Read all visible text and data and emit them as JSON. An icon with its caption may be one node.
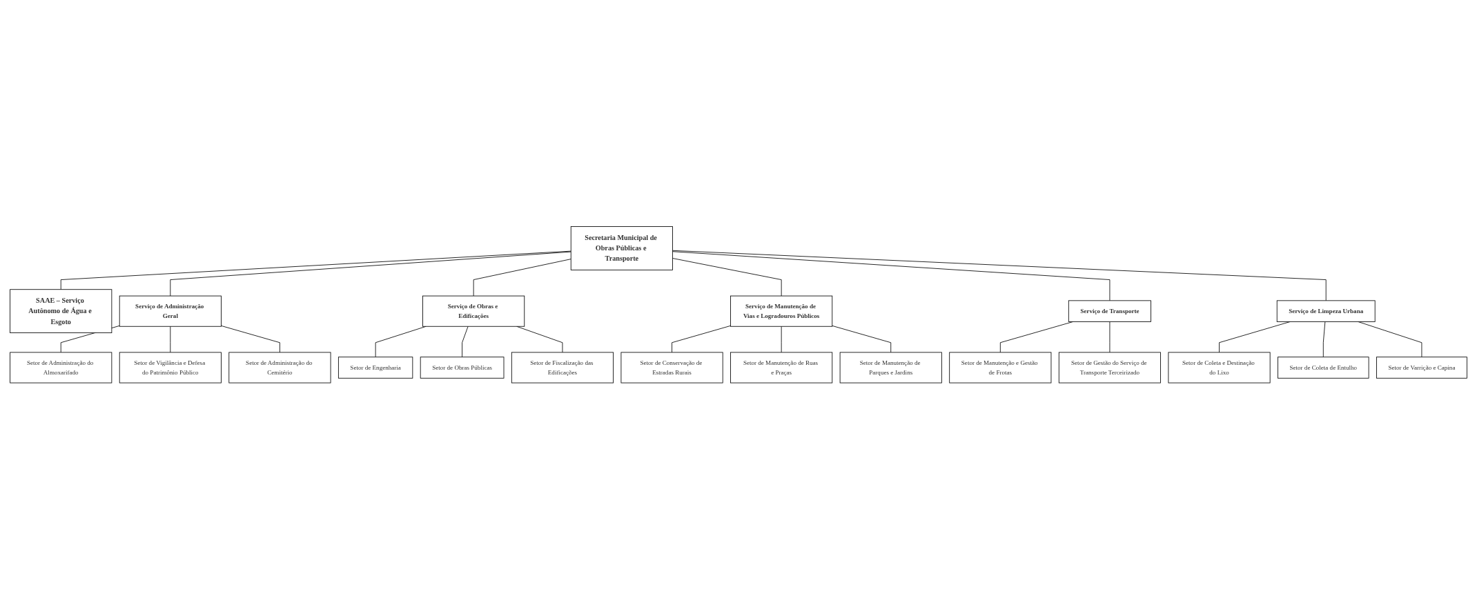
{
  "diagram": {
    "nodes": [
      {
        "text": [
          "Secretaria Municipal de Obras Públicas e Transporte"
        ]
      },
      {
        "text": [
          "SAAE – Serviço Autônomo de Água e Esgoto"
        ]
      },
      {
        "text": [
          "Serviço de Administração Geral"
        ]
      },
      {
        "text": [
          "Setor de Administração do Almoxarifado"
        ]
      },
      {
        "text": [
          "Setor de Vigilância e Defesa do Patrimônio Público"
        ]
      },
      {
        "text": [
          "Setor de Administração do Cemitério"
        ]
      },
      {
        "text": [
          "Serviço de Obras e Edificações"
        ]
      },
      {
        "text": [
          "Setor de Engenharia"
        ]
      },
      {
        "text": [
          "Setor de Obras Públicas"
        ]
      },
      {
        "text": [
          "Setor de Fiscalização das Edificações"
        ]
      },
      {
        "text": [
          "Serviço de Manutenção de Vias e Logradouros Públicos"
        ]
      },
      {
        "text": [
          "Setor de Conservação de Estradas Rurais"
        ]
      },
      {
        "text": [
          "Setor de Manutenção de Ruas e Praças"
        ]
      },
      {
        "text": [
          "Setor de Manutenção de Parques e Jardins"
        ]
      },
      {
        "text": [
          "Serviço de Transporte"
        ]
      },
      {
        "text": [
          "Setor de Manutenção e Gestão de Frotas"
        ]
      },
      {
        "text": [
          "Setor de Gestão do Serviço de Transporte Terceirizado"
        ]
      },
      {
        "text": [
          "Serviço de Limpeza Urbana"
        ]
      },
      {
        "text": [
          "Setor de Coleta e Destinação do Lixo"
        ]
      },
      {
        "text": [
          "Setor de Coleta de Entulho"
        ]
      },
      {
        "text": [
          "Setor de Varrição e Capina"
        ]
      }
    ],
    "edges": [
      {
        "from": 0,
        "to": 1,
        "arrow": "none"
      },
      {
        "from": 0,
        "to": 2,
        "arrow": "none"
      },
      {
        "from": 0,
        "to": 6,
        "arrow": "none"
      },
      {
        "from": 0,
        "to": 10,
        "arrow": "none"
      },
      {
        "from": 0,
        "to": 14,
        "arrow": "none"
      },
      {
        "from": 0,
        "to": 17,
        "arrow": "none"
      },
      {
        "from": 2,
        "to": 3,
        "arrow": "none"
      },
      {
        "from": 2,
        "to": 4,
        "arrow": "none"
      },
      {
        "from": 2,
        "to": 5,
        "arrow": "none"
      },
      {
        "from": 6,
        "to": 7,
        "arrow": "none"
      },
      {
        "from": 6,
        "to": 8,
        "arrow": "none"
      },
      {
        "from": 6,
        "to": 9,
        "arrow": "none"
      },
      {
        "from": 10,
        "to": 11,
        "arrow": "none"
      },
      {
        "from": 10,
        "to": 12,
        "arrow": "none"
      },
      {
        "from": 10,
        "to": 13,
        "arrow": "none"
      },
      {
        "from": 14,
        "to": 15,
        "arrow": "none"
      },
      {
        "from": 14,
        "to": 16,
        "arrow": "none"
      },
      {
        "from": 17,
        "to": 18,
        "arrow": "none"
      },
      {
        "from": 17,
        "to": 19,
        "arrow": "none"
      },
      {
        "from": 17,
        "to": 20,
        "arrow": "none"
      }
    ]
  }
}
